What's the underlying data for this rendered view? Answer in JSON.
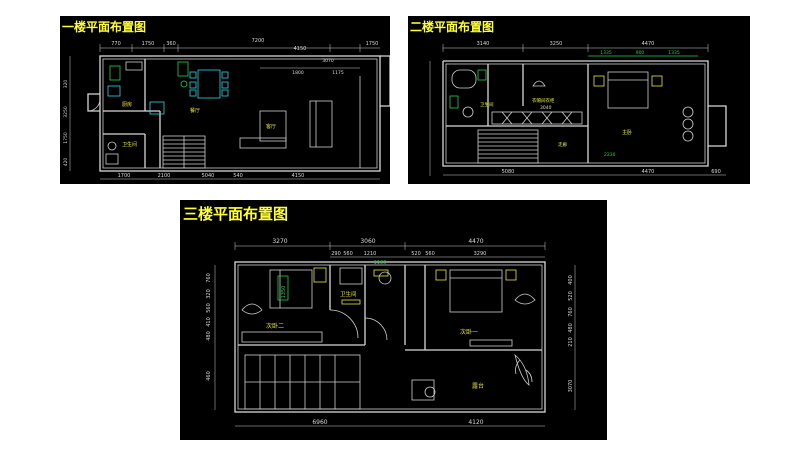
{
  "floor1": {
    "title": "一楼平面布置图",
    "labels": {
      "kitchen": "厨房",
      "dining": "餐厅",
      "living": "客厅",
      "bath": "卫生间"
    },
    "dims_top": [
      "770",
      "1750",
      "360",
      "7200",
      "4150",
      "1750"
    ],
    "dims_top_inner": [
      "1800",
      "1175",
      "3070"
    ],
    "dims_bottom": [
      "1700",
      "2100",
      "5040",
      "540",
      "4150"
    ],
    "dims_left": [
      "320",
      "3250",
      "1750",
      "420"
    ],
    "colors": {
      "wall": "#d8d8d8",
      "label": "#e8e83a",
      "furniture_green": "#22d04a",
      "furniture_cyan": "#2bd8e8"
    }
  },
  "floor2": {
    "title": "二楼平面布置图",
    "labels": {
      "bath": "卫生间",
      "closet": "衣帽间衣柜",
      "bedroom": "主卧",
      "hall": "走廊"
    },
    "dims_top": [
      "3140",
      "3250",
      "4470"
    ],
    "dims_top_inner": [
      "1335",
      "900",
      "1335"
    ],
    "dims_bottom": [
      "5080",
      "4470",
      "690"
    ],
    "dims_inner": [
      "3040",
      "2230"
    ]
  },
  "floor3": {
    "title": "三楼平面布置图",
    "labels": {
      "bedroom2": "次卧二",
      "bath": "卫生间",
      "bedroom1": "次卧一",
      "terrace": "露台"
    },
    "dims_top": [
      "3270",
      "3060",
      "4470"
    ],
    "dims_top_inner": [
      "290",
      "560",
      "1210",
      "520",
      "560",
      "3290"
    ],
    "dims_inner": [
      "1350",
      "1130"
    ],
    "dims_left": [
      "760",
      "320",
      "560",
      "410",
      "480",
      "460"
    ],
    "dims_right": [
      "400",
      "520",
      "760",
      "480",
      "210",
      "3070"
    ],
    "dims_bottom": [
      "6960",
      "4120"
    ]
  }
}
